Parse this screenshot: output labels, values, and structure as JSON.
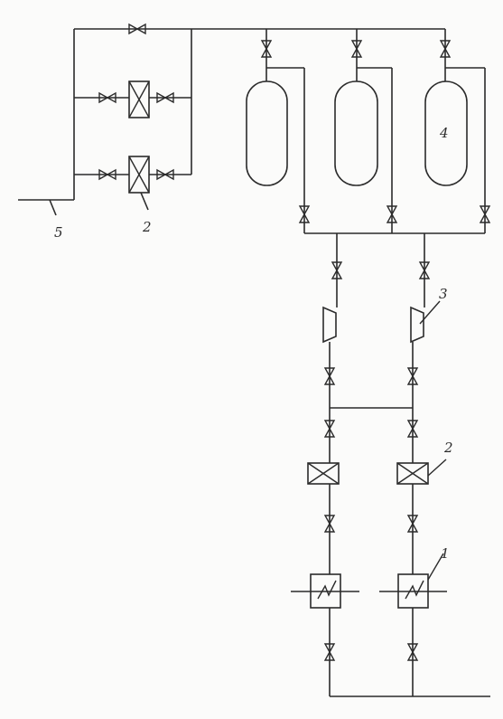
{
  "labels": {
    "l1": "1",
    "l2a": "2",
    "l2b": "2",
    "l3": "3",
    "l4": "4",
    "l5": "5"
  }
}
